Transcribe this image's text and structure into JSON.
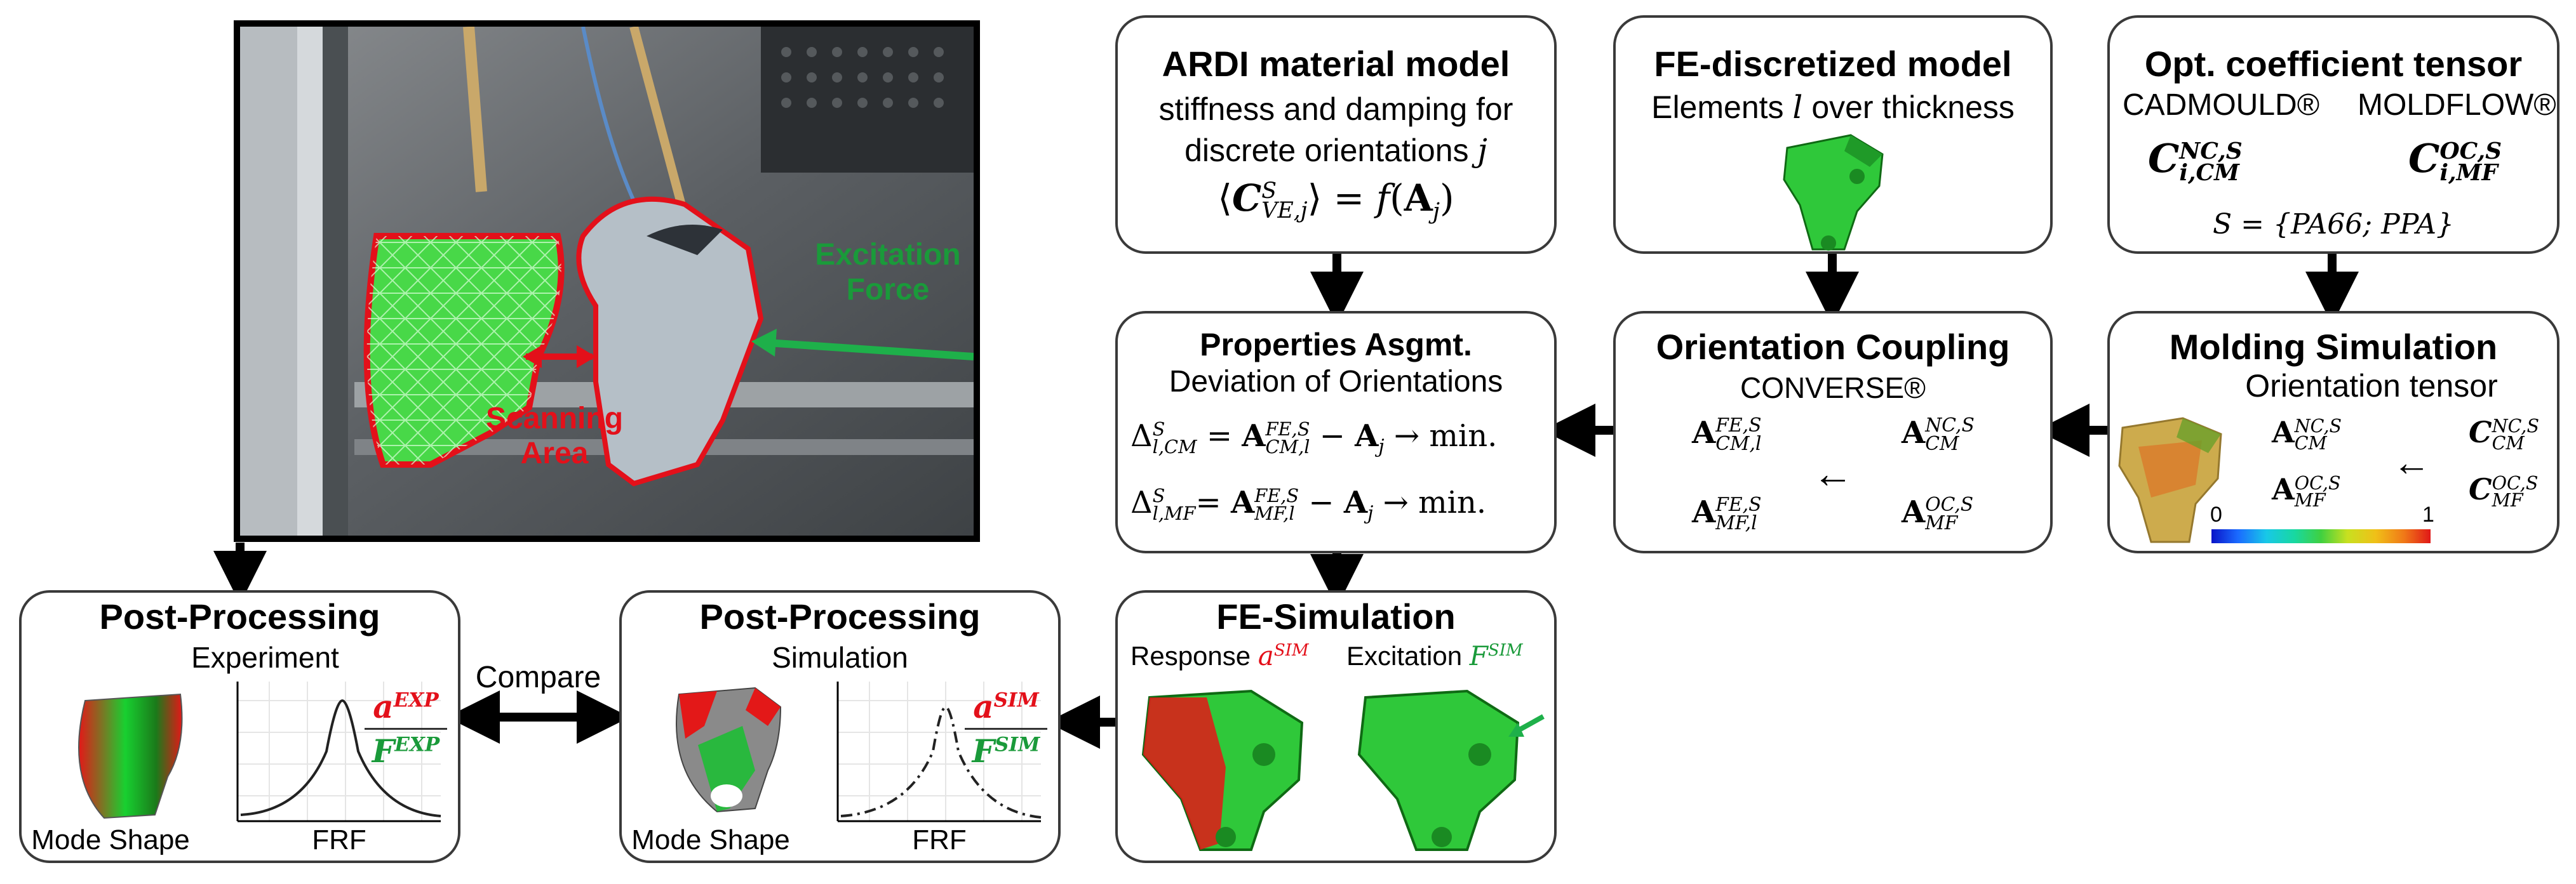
{
  "colors": {
    "red": "#e3101a",
    "green": "#1a9a3a",
    "border": "#3a3a3a",
    "arrow": "#000000"
  },
  "photo": {
    "scanning_area": "Scanning\nArea",
    "excitation_force": "Excitation\nForce"
  },
  "ardi": {
    "title": "ARDI material model",
    "line1": "stiffness and damping for",
    "line2": "discrete orientations ",
    "line2_var": "j",
    "formula": "⟨C",
    "formula_rest": "⟩ = f(A",
    "formula_end": ")"
  },
  "fe_model": {
    "title": "FE-discretized model",
    "subtitle": "Elements ",
    "subtitle_var": "l",
    "subtitle_end": " over thickness"
  },
  "opt": {
    "title": "Opt. coefficient tensor",
    "cadmould": "CADMOULD®",
    "moldflow": "MOLDFLOW®",
    "set": "S = {PA66; PPA}"
  },
  "props": {
    "title": "Properties Asgmt.",
    "subtitle": "Deviation of Orientations",
    "eq1_tail": " → min.",
    "eq2_tail": " → min."
  },
  "coupling": {
    "title": "Orientation Coupling",
    "subtitle": "CONVERSE®",
    "arrow": "←"
  },
  "molding": {
    "title": "Molding Simulation",
    "subtitle": "Orientation tensor",
    "arrow": "←",
    "scale_min": "0",
    "scale_max": "1"
  },
  "fesim": {
    "title": "FE-Simulation",
    "response": "Response ",
    "excitation": "Excitation "
  },
  "pp_exp": {
    "title": "Post-Processing",
    "subtitle": "Experiment",
    "mode_shape": "Mode Shape",
    "frf": "FRF"
  },
  "pp_sim": {
    "title": "Post-Processing",
    "subtitle": "Simulation",
    "mode_shape": "Mode Shape",
    "frf": "FRF"
  },
  "compare": "Compare"
}
